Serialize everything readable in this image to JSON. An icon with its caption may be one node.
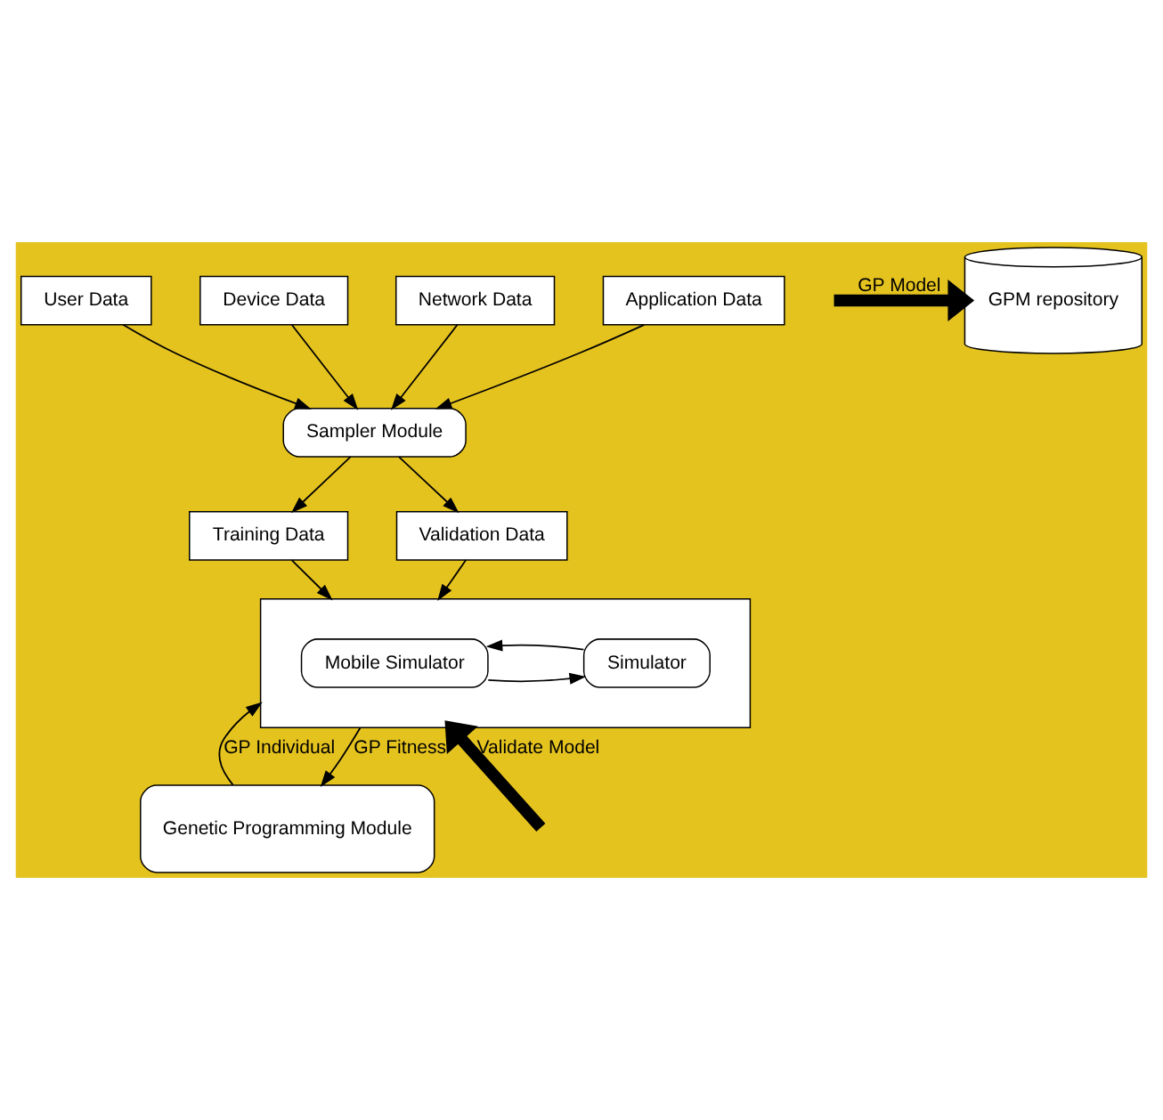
{
  "diagram": {
    "nodes": [
      {
        "text": [
          "User Data"
        ]
      },
      {
        "text": [
          "Device Data"
        ]
      },
      {
        "text": [
          "Network Data"
        ]
      },
      {
        "text": [
          "Application Data"
        ]
      },
      {
        "text": [
          "Sampler Module"
        ]
      },
      {
        "text": [
          "Training Data"
        ]
      },
      {
        "text": [
          "Validation Data"
        ]
      },
      {
        "text": [],
        "shape": "box"
      },
      {
        "text": [
          "Mobile Simulator"
        ],
        "in": 7
      },
      {
        "text": [
          "Simulator"
        ],
        "in": 7
      },
      {
        "text": [
          "Genetic Programming Module"
        ]
      },
      {
        "text": [
          "GPM repository"
        ]
      }
    ],
    "edges": [
      {
        "from": 0,
        "to": 4,
        "arrow": "to"
      },
      {
        "from": 1,
        "to": 4,
        "arrow": "to"
      },
      {
        "from": 2,
        "to": 4,
        "arrow": "to"
      },
      {
        "from": 3,
        "to": 4,
        "arrow": "to"
      },
      {
        "from": 4,
        "to": 5,
        "arrow": "to"
      },
      {
        "from": 4,
        "to": 6,
        "arrow": "to"
      },
      {
        "from": 5,
        "to": 7,
        "arrow": "to"
      },
      {
        "from": 6,
        "to": 7,
        "arrow": "to"
      },
      {
        "from": 8,
        "to": 9,
        "arrow": "to"
      },
      {
        "from": 9,
        "to": 8,
        "arrow": "to"
      },
      {
        "from": 10,
        "to": 7,
        "arrow": "to",
        "label": "GP Individual"
      },
      {
        "from": 7,
        "to": 10,
        "arrow": "to",
        "label": "GP Fitness"
      },
      {
        "from": null,
        "to": 7,
        "arrow": "to",
        "label": "Validate Model",
        "style": "thick",
        "color": "#000000"
      },
      {
        "from": null,
        "to": 11,
        "arrow": "to",
        "label": "GP Model",
        "style": "thick",
        "color": "#000000"
      }
    ]
  }
}
